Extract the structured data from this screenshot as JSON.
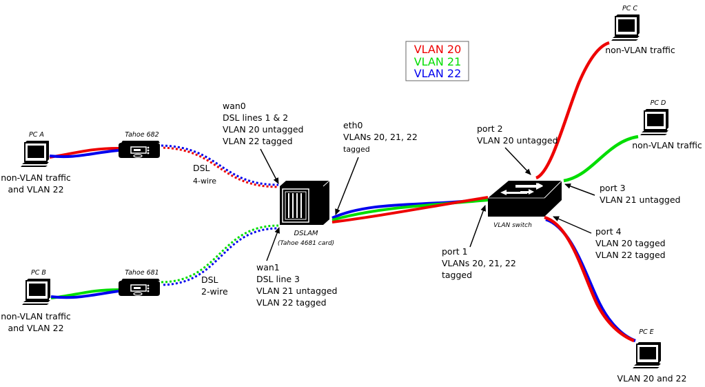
{
  "colors": {
    "vlan20": "#ee0000",
    "vlan21": "#00dd00",
    "vlan22": "#0000ee",
    "device": "#000000",
    "background": "#ffffff"
  },
  "legend": {
    "items": [
      {
        "label": "VLAN 20",
        "color": "#ee0000"
      },
      {
        "label": "VLAN 21",
        "color": "#00dd00"
      },
      {
        "label": "VLAN 22",
        "color": "#0000ee"
      }
    ]
  },
  "devices": {
    "pc_a": {
      "name": "PC A",
      "caption": [
        "non-VLAN traffic",
        "and VLAN 22"
      ],
      "icon": "computer-icon"
    },
    "pc_b": {
      "name": "PC B",
      "caption": [
        "non-VLAN traffic",
        "and VLAN 22"
      ],
      "icon": "computer-icon"
    },
    "pc_c": {
      "name": "PC C",
      "caption": [
        "non-VLAN traffic"
      ],
      "icon": "computer-icon"
    },
    "pc_d": {
      "name": "PC D",
      "caption": [
        "non-VLAN traffic"
      ],
      "icon": "computer-icon"
    },
    "pc_e": {
      "name": "PC E",
      "caption": [
        "VLAN 20 and 22"
      ],
      "icon": "computer-icon"
    },
    "modem_682": {
      "name": "Tahoe 682",
      "icon": "dsl-modem-icon"
    },
    "modem_681": {
      "name": "Tahoe 681",
      "icon": "dsl-modem-icon"
    },
    "dslam": {
      "name": "DSLAM",
      "subtitle": "(Tahoe 4681 card)",
      "icon": "dslam-icon"
    },
    "switch": {
      "name": "VLAN switch",
      "icon": "switch-icon"
    }
  },
  "links": {
    "dsl_4wire": [
      "DSL",
      "4-wire"
    ],
    "dsl_2wire": [
      "DSL",
      "2-wire"
    ]
  },
  "annotations": {
    "wan0": [
      "wan0",
      "DSL lines 1 & 2",
      "VLAN 20 untagged",
      "VLAN 22 tagged"
    ],
    "wan1": [
      "wan1",
      "DSL line 3",
      "VLAN 21 untagged",
      "VLAN 22 tagged"
    ],
    "eth0": [
      "eth0",
      "VLANs 20, 21, 22",
      "tagged"
    ],
    "port1": [
      "port 1",
      "VLANs 20, 21, 22",
      "tagged"
    ],
    "port2": [
      "port 2",
      "VLAN 20 untagged"
    ],
    "port3": [
      "port 3",
      "VLAN 21 untagged"
    ],
    "port4": [
      "port 4",
      "VLAN 20 tagged",
      "VLAN 22 tagged"
    ]
  }
}
